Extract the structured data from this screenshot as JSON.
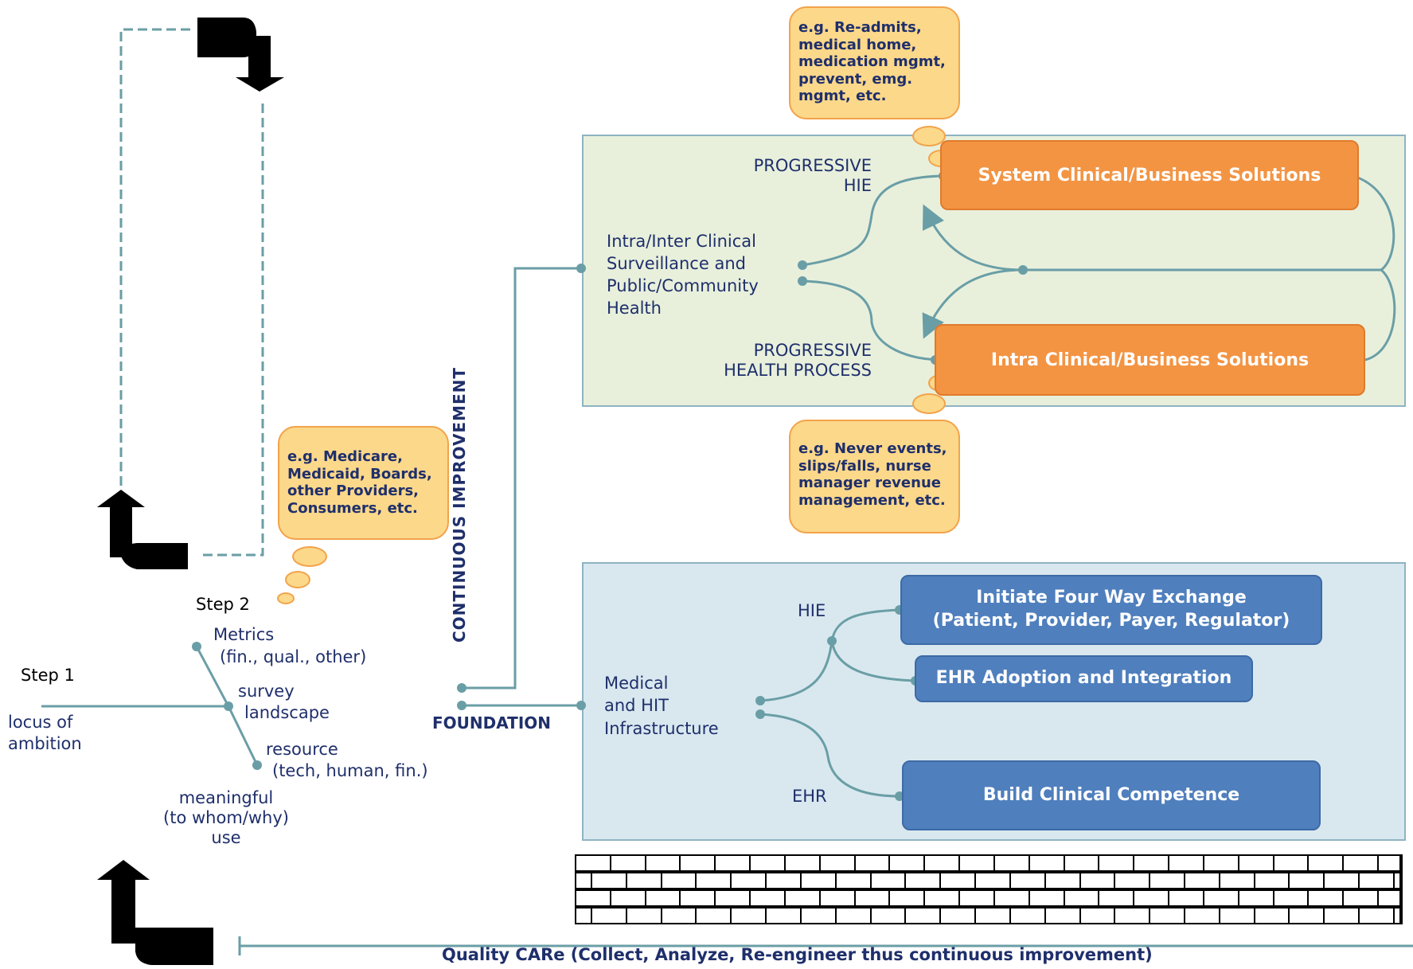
{
  "bubbles": {
    "top": [
      "e.g. Re-admits,",
      "medical home,",
      "medication mgmt,",
      "prevent, emg.",
      "mgmt, etc."
    ],
    "left": [
      "e.g. Medicare,",
      "Medicaid, Boards,",
      "other Providers,",
      "Consumers, etc."
    ],
    "bottom": [
      "e.g. Never events,",
      "slips/falls, nurse",
      "manager revenue",
      "management, etc."
    ]
  },
  "upper_panel": {
    "progressive_hie": [
      "PROGRESSIVE",
      "HIE"
    ],
    "surveillance": [
      "Intra/Inter Clinical",
      "Surveillance and",
      "Public/Community",
      "Health"
    ],
    "progressive_health": [
      "PROGRESSIVE",
      "HEALTH PROCESS"
    ],
    "system_box": "System Clinical/Business Solutions",
    "intra_box": "Intra Clinical/Business Solutions"
  },
  "lower_panel": {
    "hie": "HIE",
    "ehr": "EHR",
    "infrastructure": [
      "Medical",
      "and HIT",
      "Infrastructure"
    ],
    "exchange_box": [
      "Initiate Four Way Exchange",
      "(Patient, Provider, Payer, Regulator)"
    ],
    "adoption_box": "EHR Adoption and Integration",
    "competence_box": "Build Clinical Competence"
  },
  "left": {
    "step1": "Step 1",
    "locus": [
      "locus of",
      "ambition"
    ],
    "step2": "Step 2",
    "metrics": [
      "Metrics",
      "(fin., qual., other)"
    ],
    "survey": [
      "survey",
      "landscape"
    ],
    "resource": [
      "resource",
      "(tech, human, fin.)"
    ],
    "meaningful": [
      "meaningful",
      "(to whom/why)",
      "use"
    ]
  },
  "continuous_improvement": "CONTINUOUS IMPROVEMENT",
  "foundation": "FOUNDATION",
  "footer": "Quality CARe (Collect, Analyze, Re-engineer thus continuous improvement)",
  "colors": {
    "teal": "#6a9ea6",
    "orange": "#f39443",
    "blue_box": "#4f7fbd",
    "navy_text": "#1f2f6b",
    "bubble_fill": "#fcd88a",
    "upper_panel_bg": "#e8f0dc",
    "lower_panel_bg": "#d9e8ef"
  }
}
